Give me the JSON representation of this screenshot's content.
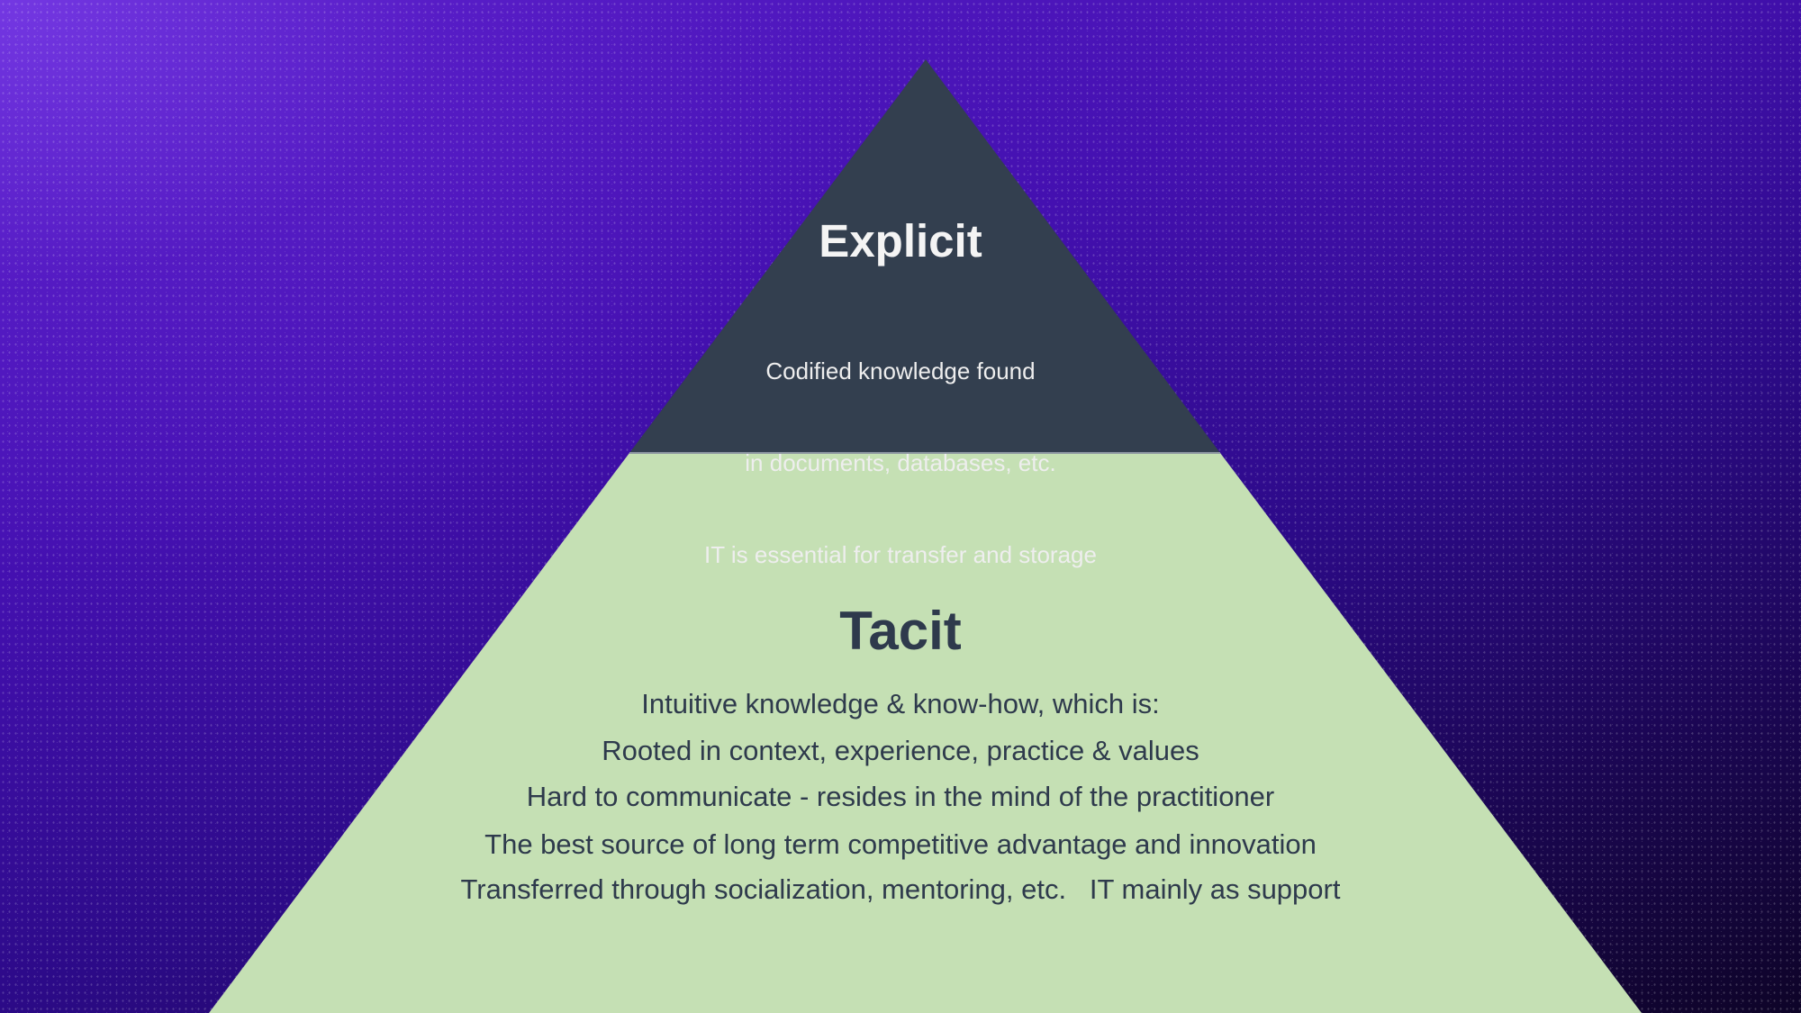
{
  "diagram": {
    "type": "knowledge-pyramid",
    "colors": {
      "background_top_left": "#6a2ad8",
      "background_bottom_right": "#0e0428",
      "explicit_fill": "#333f4f",
      "tacit_fill": "#c5e0b4",
      "explicit_text": "#f4f4f4",
      "tacit_text": "#2e3a4c"
    },
    "explicit": {
      "title": "Explicit",
      "lines": [
        "Codified knowledge found",
        "in documents, databases, etc.",
        "IT is essential for transfer and storage"
      ]
    },
    "tacit": {
      "title": "Tacit",
      "lines": [
        "Intuitive knowledge & know-how, which is:",
        "Rooted in context, experience, practice & values",
        "Hard to communicate - resides in the mind of the practitioner",
        "The best source of long term competitive advantage and innovation",
        "Transferred through socialization, mentoring, etc.   IT mainly as support"
      ]
    }
  }
}
